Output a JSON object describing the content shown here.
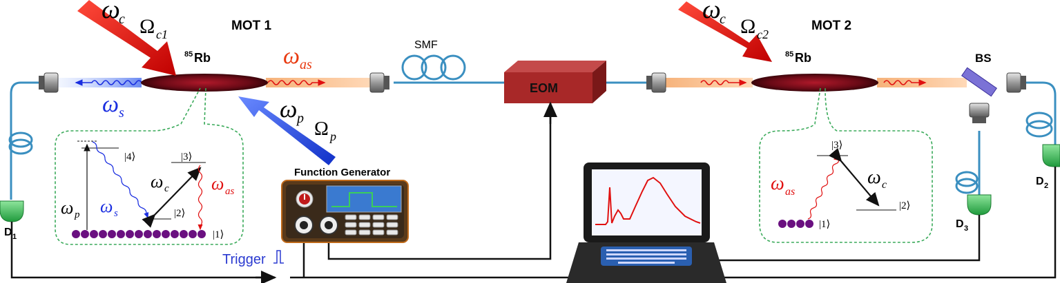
{
  "mot1": {
    "title": "MOT 1",
    "atom": "Rb",
    "isotope": "85",
    "coupling": "ω",
    "coupling_sub": "c",
    "rabi": "Ω",
    "rabi_sub": "c1",
    "probe": "ω",
    "probe_sub": "p",
    "probe_rabi": "Ω",
    "probe_rabi_sub": "p",
    "stokes": "ω",
    "stokes_sub": "s",
    "antistokes": "ω",
    "antistokes_sub": "as"
  },
  "mot2": {
    "title": "MOT 2",
    "atom": "Rb",
    "isotope": "85",
    "coupling": "ω",
    "coupling_sub": "c",
    "rabi": "Ω",
    "rabi_sub": "c2"
  },
  "fiber": {
    "smf": "SMF"
  },
  "eom": {
    "label": "EOM"
  },
  "bs": {
    "label": "BS"
  },
  "function_generator": {
    "title": "Function Generator"
  },
  "trigger": {
    "label": "Trigger"
  },
  "detectors": {
    "d1": "D",
    "d1_sub": "1",
    "d2": "D",
    "d2_sub": "2",
    "d3": "D",
    "d3_sub": "3"
  },
  "levels1": {
    "l4": "|4⟩",
    "l3": "|3⟩",
    "l2": "|2⟩",
    "l1": "|1⟩",
    "wp": "ω",
    "wp_sub": "p",
    "ws": "ω",
    "ws_sub": "s",
    "wc": "ω",
    "wc_sub": "c",
    "was": "ω",
    "was_sub": "as"
  },
  "levels2": {
    "l3": "|3⟩",
    "l2": "|2⟩",
    "l1": "|1⟩",
    "was": "ω",
    "was_sub": "as",
    "wc": "ω",
    "wc_sub": "c"
  },
  "colors": {
    "fiber": "#3a8fc0",
    "coupling_beam": "#e01010",
    "probe_beam": "#1a3ad8",
    "stokes": "#1a2ee0",
    "antistokes": "#e83a10",
    "cloud": "#7a0d1a",
    "eom": "#a82828",
    "detector": "#3cbf5a",
    "atoms": "#6a1080",
    "inset_border": "#3aaa5a"
  }
}
